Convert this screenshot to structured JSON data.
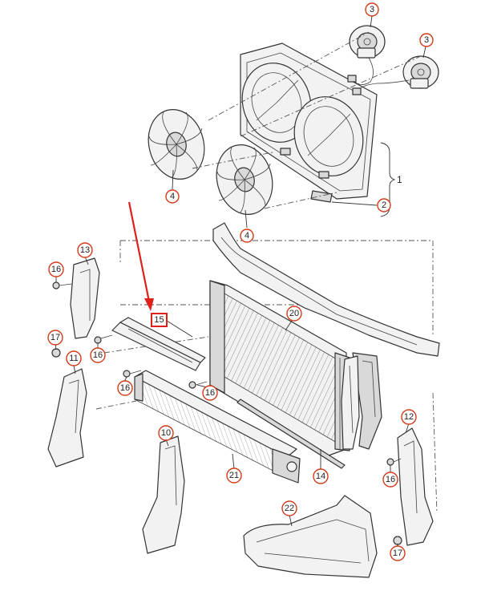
{
  "callouts": {
    "fan_motor_top": "3",
    "fan_motor_right": "3",
    "fan_left": "4",
    "fan_right": "4",
    "fan_assembly": "1",
    "seal": "2",
    "air_guide_left_upper": "13",
    "bolt_left_upper": "16",
    "bolt_left_mid": "16",
    "bolt_left_lower": "16",
    "bolt_center": "16",
    "bolt_right": "16",
    "nut_left": "17",
    "nut_right": "17",
    "air_guide_left_lower": "11",
    "air_guide_center": "10",
    "air_guide_right": "12",
    "radiator": "20",
    "strip": "14",
    "charge_air_cooler": "21",
    "cover_lower": "22",
    "highlighted_part": "15"
  },
  "colors": {
    "callout_ring": "#d23b1a",
    "highlight": "#e0211a"
  }
}
